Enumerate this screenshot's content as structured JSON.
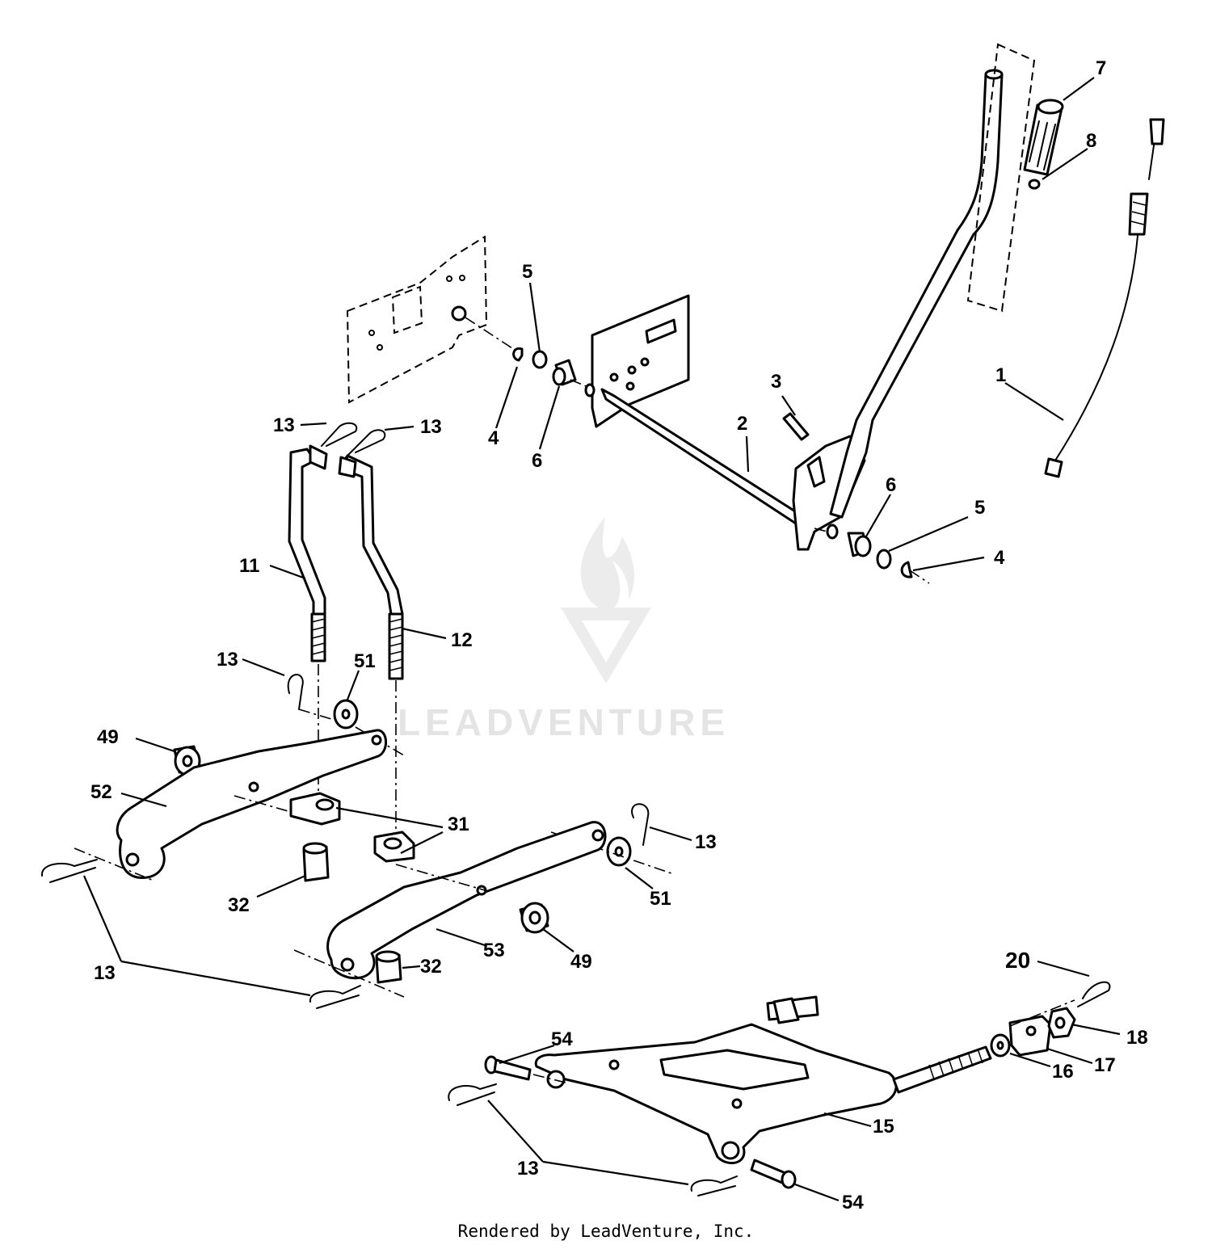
{
  "watermark": {
    "text": "LEADVENTURE"
  },
  "footer": {
    "text": "Rendered by LeadVenture, Inc."
  },
  "callouts": [
    {
      "label": "1"
    },
    {
      "label": "2"
    },
    {
      "label": "3"
    },
    {
      "label": "4"
    },
    {
      "label": "4"
    },
    {
      "label": "5"
    },
    {
      "label": "5"
    },
    {
      "label": "6"
    },
    {
      "label": "6"
    },
    {
      "label": "7"
    },
    {
      "label": "8"
    },
    {
      "label": "11"
    },
    {
      "label": "12"
    },
    {
      "label": "13"
    },
    {
      "label": "13"
    },
    {
      "label": "13"
    },
    {
      "label": "13"
    },
    {
      "label": "13"
    },
    {
      "label": "13"
    },
    {
      "label": "15"
    },
    {
      "label": "16"
    },
    {
      "label": "17"
    },
    {
      "label": "18"
    },
    {
      "label": "20"
    },
    {
      "label": "31"
    },
    {
      "label": "32"
    },
    {
      "label": "32"
    },
    {
      "label": "49"
    },
    {
      "label": "49"
    },
    {
      "label": "51"
    },
    {
      "label": "51"
    },
    {
      "label": "52"
    },
    {
      "label": "53"
    },
    {
      "label": "54"
    },
    {
      "label": "54"
    }
  ]
}
